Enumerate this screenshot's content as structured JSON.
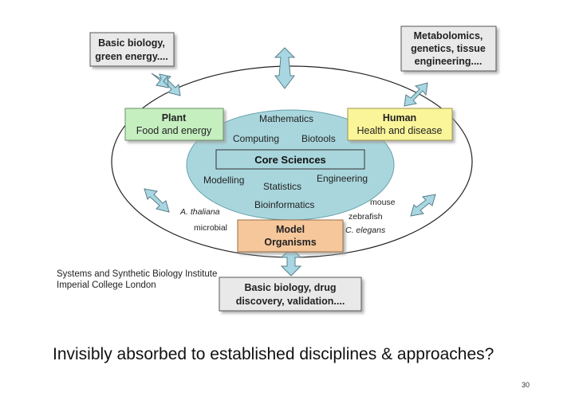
{
  "boxes": {
    "basic_biology_energy": [
      "Basic biology,",
      "green energy...."
    ],
    "metabolomics": [
      "Metabolomics,",
      "genetics, tissue",
      "engineering...."
    ],
    "plant": {
      "title": "Plant",
      "subtitle": "Food and energy"
    },
    "human": {
      "title": "Human",
      "subtitle": "Health and disease"
    },
    "model_organisms": [
      "Model",
      "Organisms"
    ],
    "basic_biology_drug": [
      "Basic biology, drug",
      "discovery, validation...."
    ]
  },
  "core": {
    "title": "Core Sciences",
    "mathematics": "Mathematics",
    "computing": "Computing",
    "biotools": "Biotools",
    "modelling": "Modelling",
    "statistics": "Statistics",
    "engineering": "Engineering",
    "bioinformatics": "Bioinformatics"
  },
  "organisms": {
    "a_thaliana": "A. thaliana",
    "microbial": "microbial",
    "mouse": "mouse",
    "zebrafish": "zebrafish",
    "c_elegans": "C. elegans"
  },
  "institute": {
    "line1": "Systems and Synthetic Biology Institute",
    "line2": "Imperial College London"
  },
  "footer": {
    "question": "Invisibly absorbed to established disciplines & approaches?",
    "page_number": "30"
  },
  "colors": {
    "core_fill": "#a9d6dd",
    "plant_fill": "#c6efc0",
    "human_fill": "#fbf59a",
    "model_fill": "#f6c79b",
    "grey_box": "#e9e9e9",
    "arrow_fill": "#a8d7e3"
  }
}
